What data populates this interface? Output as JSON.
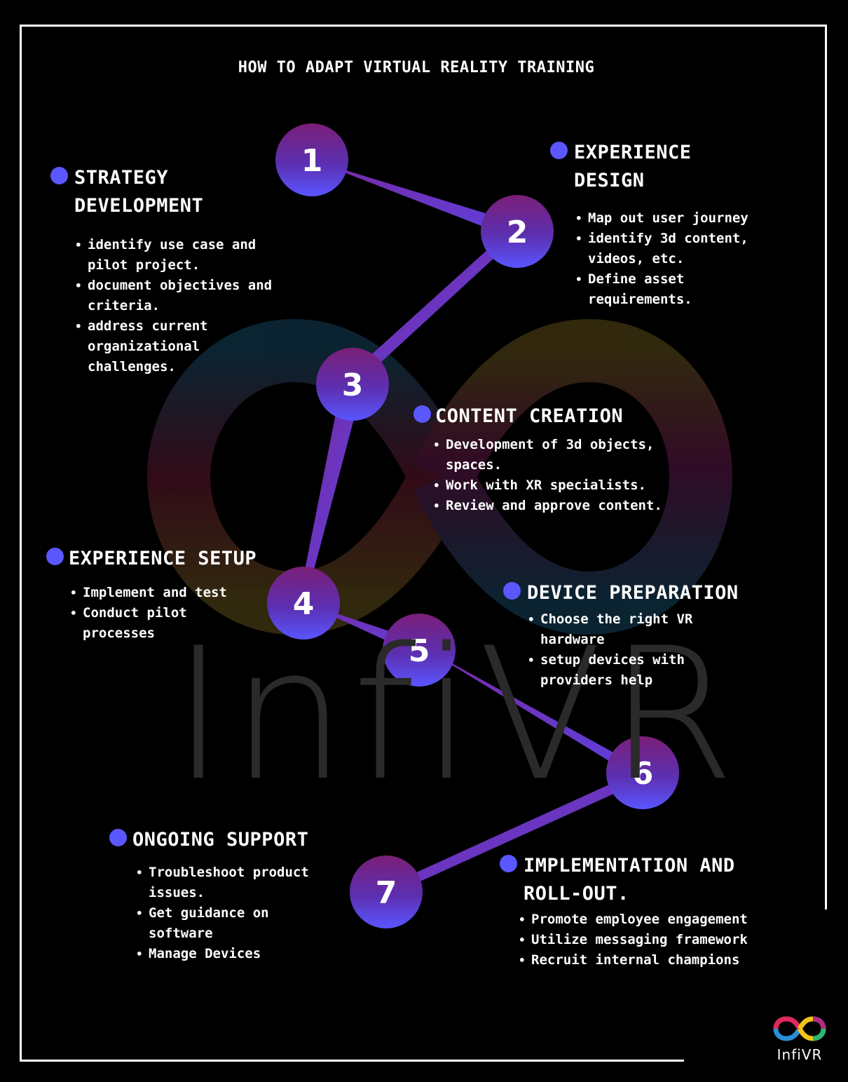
{
  "title": "HOW TO ADAPT VIRTUAL REALITY TRAINING",
  "watermark": "InfiVR",
  "colors": {
    "accent_dot": "#5b57ff",
    "node_gradient_top": "#7a1f78",
    "node_gradient_bottom": "#5a55ff",
    "background": "#000000"
  },
  "nodes": [
    {
      "number": "1"
    },
    {
      "number": "2"
    },
    {
      "number": "3"
    },
    {
      "number": "4"
    },
    {
      "number": "5"
    },
    {
      "number": "6"
    },
    {
      "number": "7"
    }
  ],
  "steps": [
    {
      "title": "STRATEGY\nDEVELOPMENT",
      "items": [
        "identify use case and\npilot project.",
        "document objectives and\ncriteria.",
        "address current\norganizational\nchallenges."
      ]
    },
    {
      "title": "EXPERIENCE\nDESIGN",
      "items": [
        "Map out user journey",
        "identify 3d content,\nvideos, etc.",
        "Define asset\nrequirements."
      ]
    },
    {
      "title": "CONTENT CREATION",
      "items": [
        "Development of 3d objects,\nspaces.",
        "Work with XR specialists.",
        "Review and approve content."
      ]
    },
    {
      "title": "EXPERIENCE SETUP",
      "items": [
        "Implement and test",
        "Conduct pilot\nprocesses"
      ]
    },
    {
      "title": "DEVICE PREPARATION",
      "items": [
        "Choose the right VR\nhardware",
        "setup devices with\nproviders help"
      ]
    },
    {
      "title": "IMPLEMENTATION AND\nROLL-OUT.",
      "items": [
        "Promote employee engagement",
        "Utilize messaging framework",
        "Recruit internal champions"
      ]
    },
    {
      "title": "ONGOING SUPPORT",
      "items": [
        "Troubleshoot product\nissues.",
        "Get guidance on\nsoftware",
        "Manage Devices"
      ]
    }
  ],
  "logo": {
    "text": "InfiVR",
    "icon": "infinity-logo-icon"
  }
}
